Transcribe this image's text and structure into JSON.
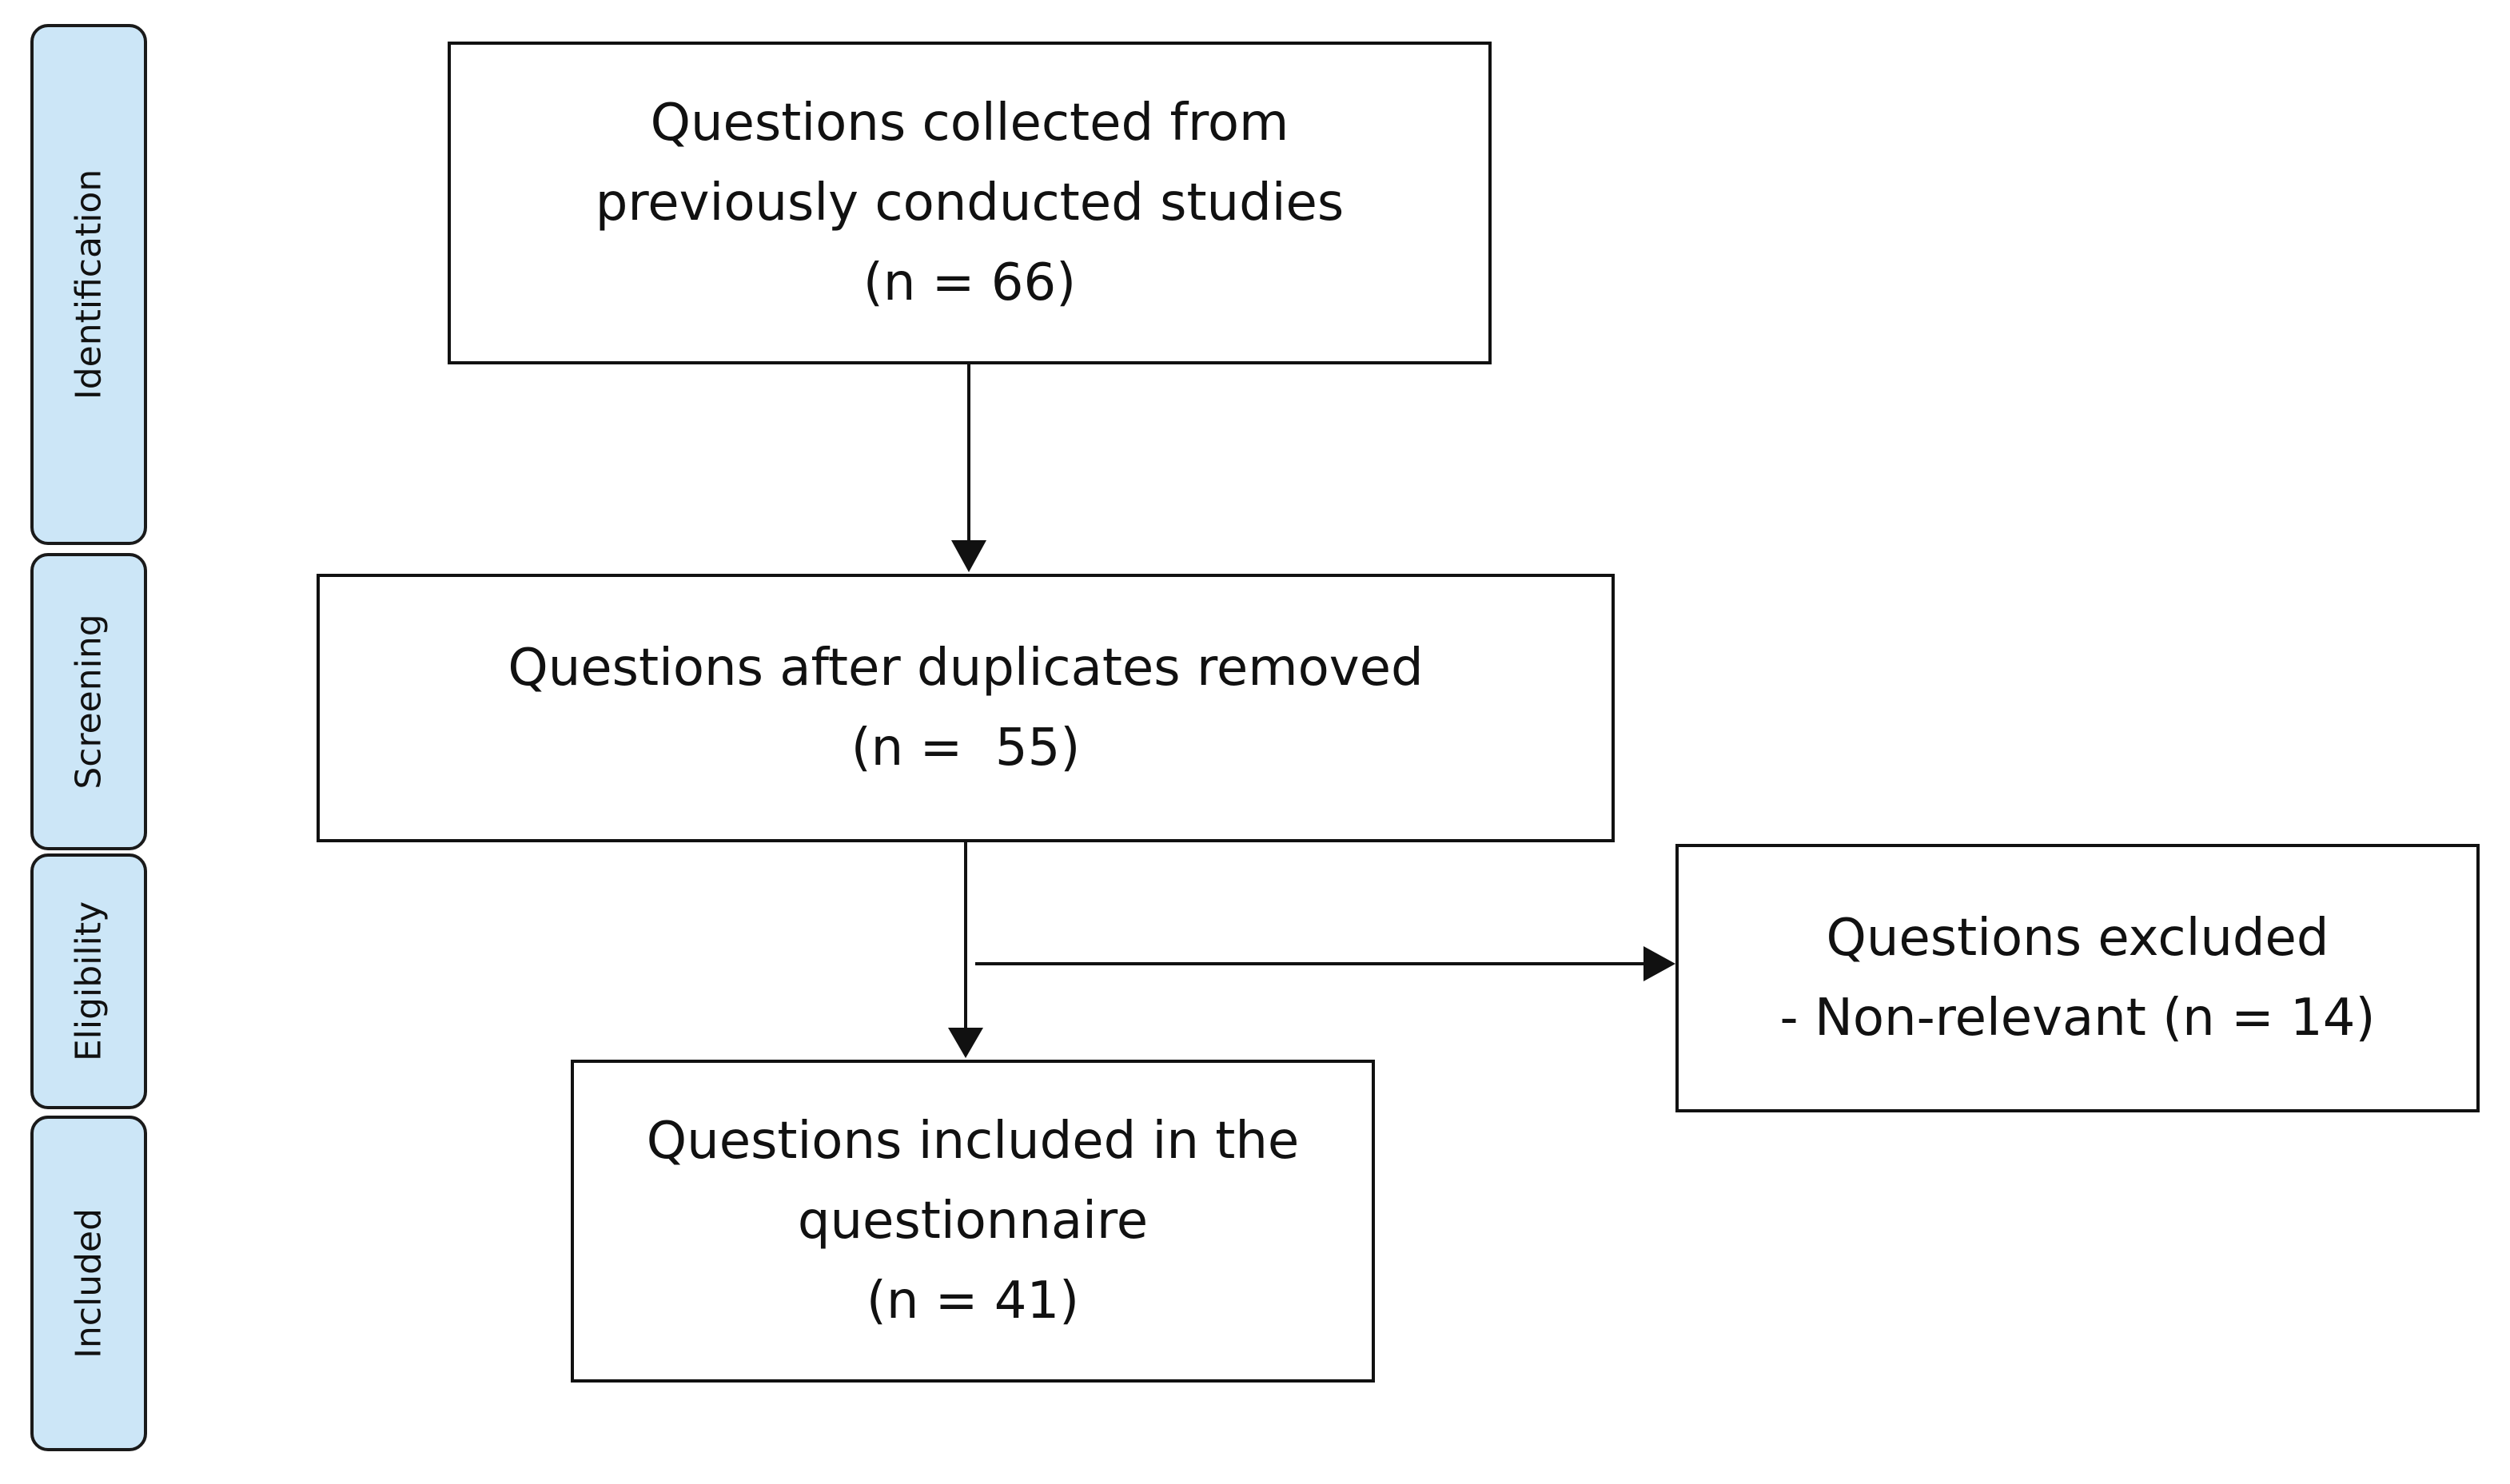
{
  "phases": [
    {
      "id": "identification",
      "label": "Identification"
    },
    {
      "id": "screening",
      "label": "Screening"
    },
    {
      "id": "eligibility",
      "label": "Eligibility"
    },
    {
      "id": "included",
      "label": "Included"
    }
  ],
  "boxes": {
    "identification": {
      "lines": [
        "Questions collected from",
        "previously conducted studies",
        "(n = 66)"
      ]
    },
    "screening": {
      "lines": [
        "Questions after duplicates removed",
        "(n =  55)"
      ]
    },
    "excluded": {
      "lines": [
        "Questions excluded",
        "- Non-relevant (n = 14)"
      ]
    },
    "included": {
      "lines": [
        "Questions included in the",
        "questionnaire",
        "(n = 41)"
      ]
    }
  },
  "counts": {
    "collected": 66,
    "after_duplicates_removed": 55,
    "excluded_non_relevant": 14,
    "included": 41
  },
  "colors": {
    "phase_fill": "#cce6f7",
    "border": "#111111",
    "box_fill": "#ffffff"
  }
}
